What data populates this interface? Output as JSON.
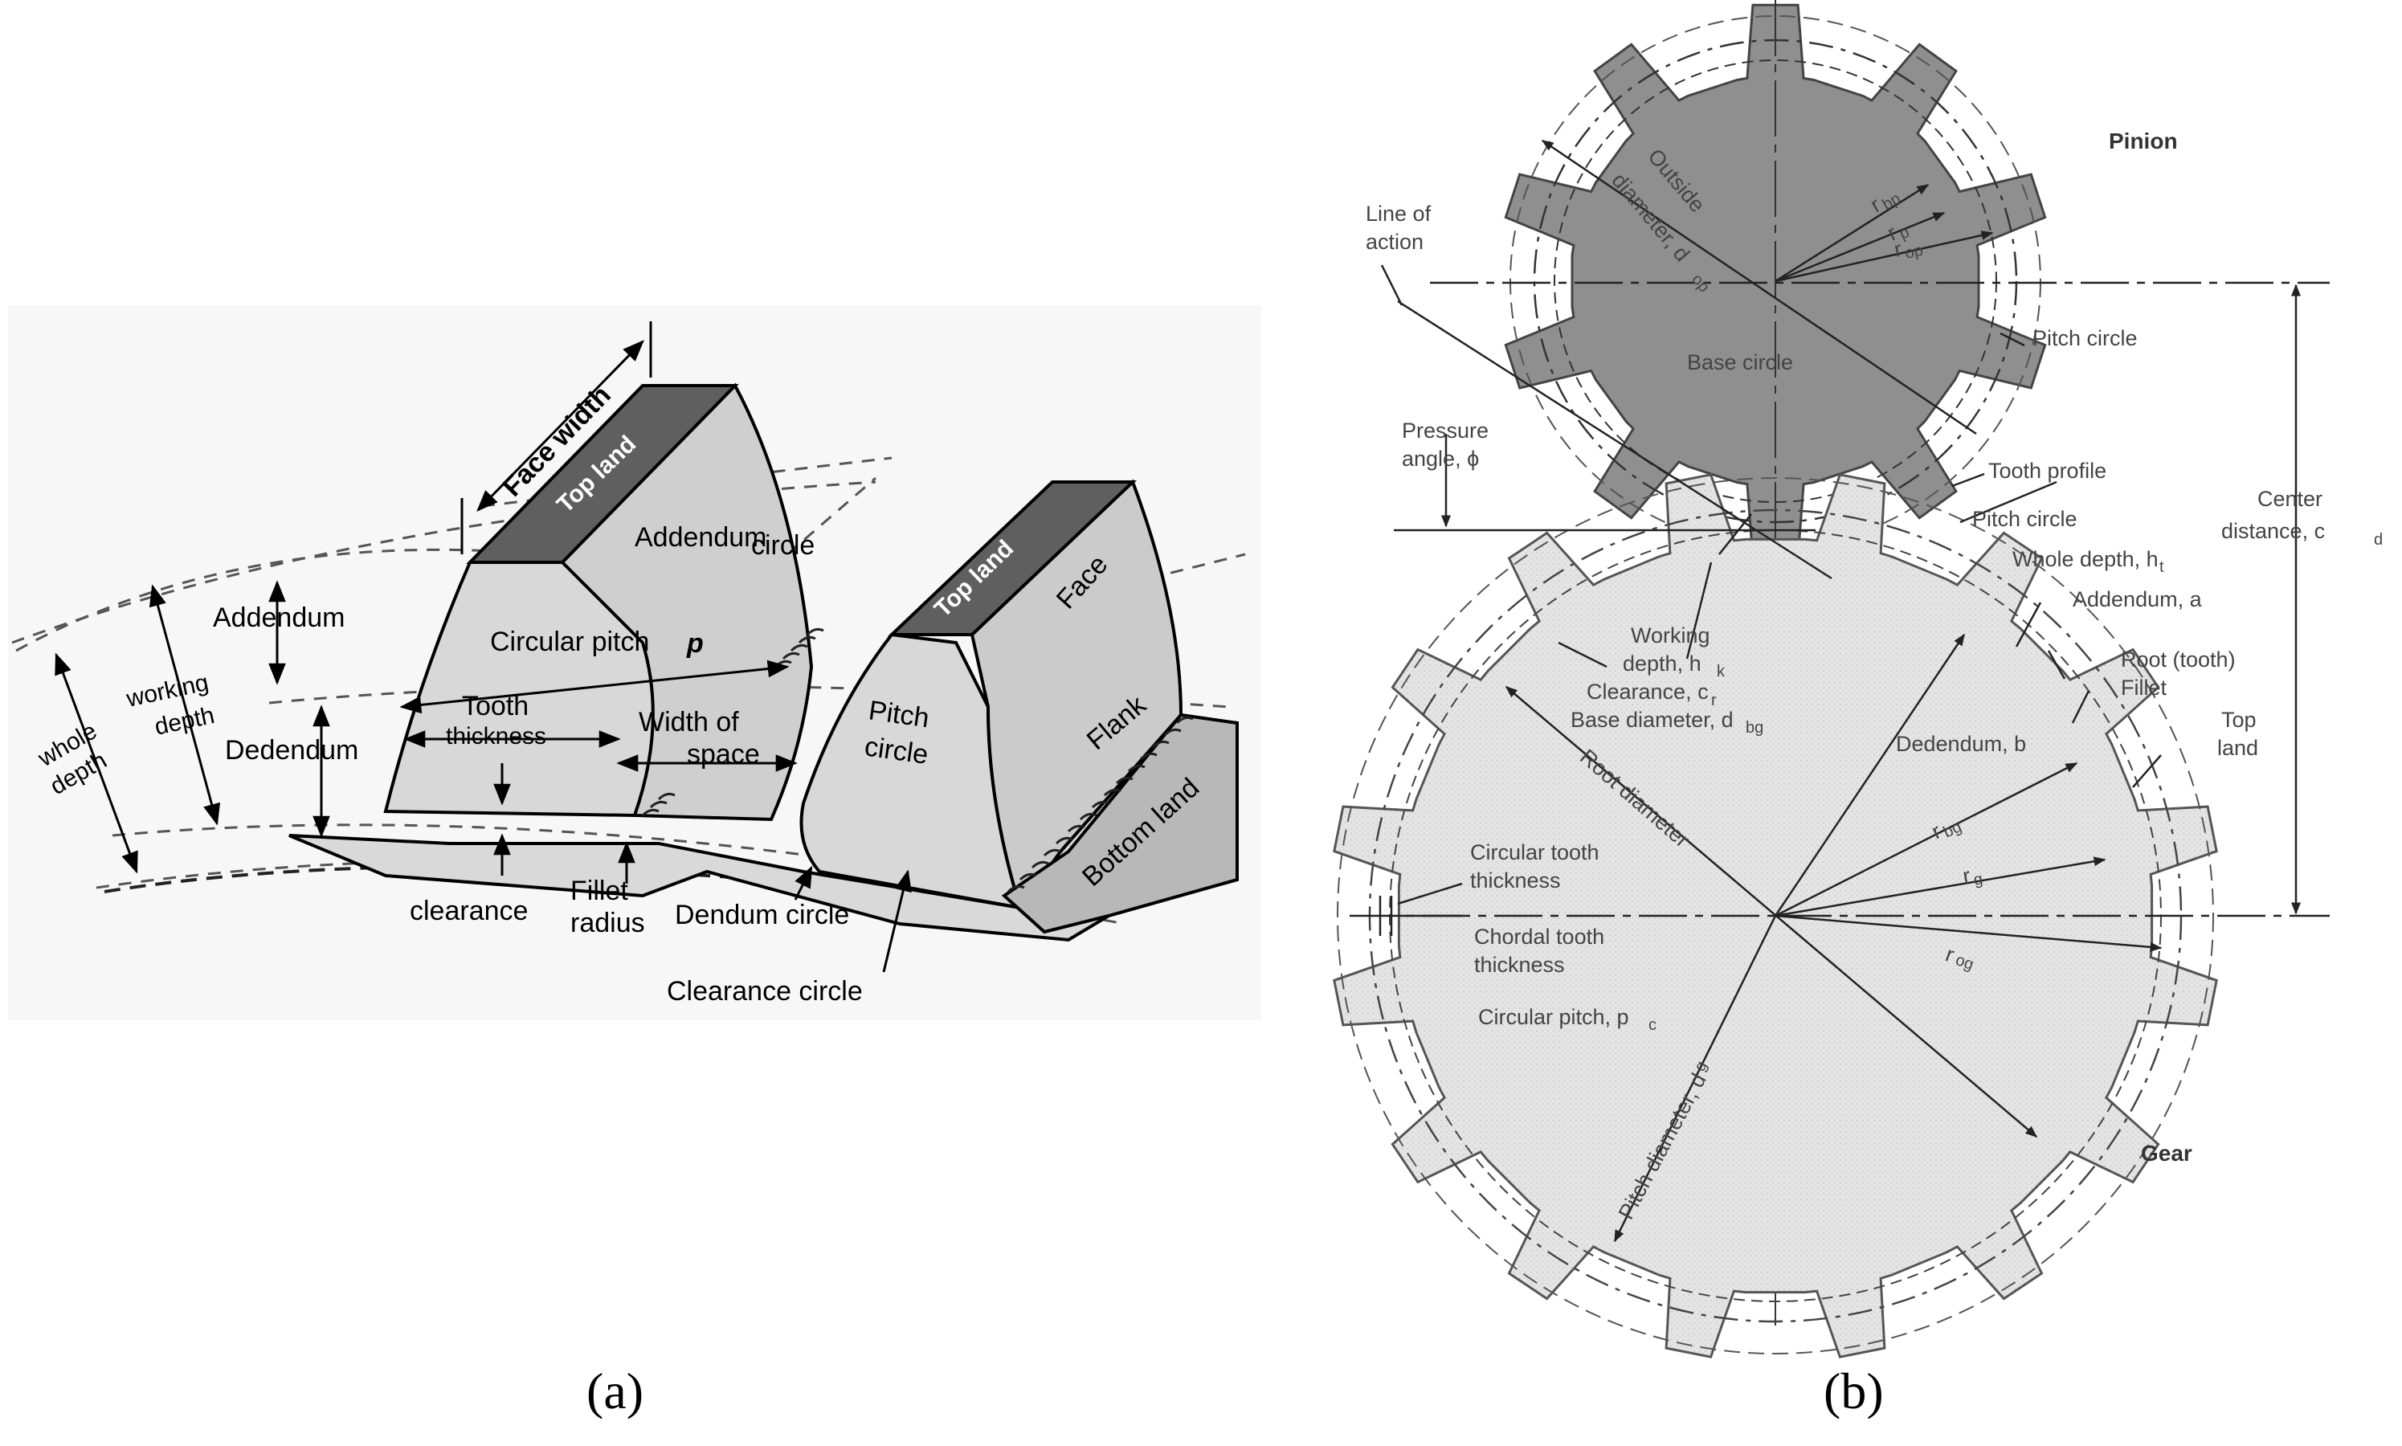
{
  "panel_a": {
    "caption": "(a)",
    "labels": {
      "face_width": "Face width",
      "top_land_1": "Top land",
      "top_land_2": "Top land",
      "addendum_circle_1": "Addendum",
      "addendum_circle_2": "circle",
      "face": "Face",
      "addendum": "Addendum",
      "working_1": "working",
      "working_2": "depth",
      "whole_1": "whole",
      "whole_2": "depth",
      "dedendum": "Dedendum",
      "circular_pitch": "Circular pitch",
      "circular_pitch_p": "p",
      "tooth_1": "Tooth",
      "tooth_2": "thickness",
      "width_1": "Width of",
      "width_2": "space",
      "pitch_1": "Pitch",
      "pitch_2": "circle",
      "flank": "Flank",
      "bottom_land": "Bottom land",
      "clearance": "clearance",
      "fillet_1": "Fillet",
      "fillet_2": "radius",
      "dendum_circle": "Dendum circle",
      "clearance_circle": "Clearance circle"
    }
  },
  "panel_b": {
    "caption": "(b)",
    "labels": {
      "pinion": "Pinion",
      "gear": "Gear",
      "line_of_action_1": "Line of",
      "line_of_action_2": "action",
      "outside_diam_1": "Outside",
      "outside_diam_2": "diameter, d",
      "outside_diam_sub": "op",
      "r_bp": "r",
      "r_bp_sub": "bp",
      "r_p": "r",
      "r_p_sub": "p",
      "r_op": "r",
      "r_op_sub": "op",
      "pitch_circle_1": "Pitch circle",
      "base_circle": "Base circle",
      "pressure_1": "Pressure",
      "pressure_2": "angle, ϕ",
      "tooth_profile": "Tooth profile",
      "pitch_circle_2": "Pitch circle",
      "center_1": "Center",
      "center_2": "distance, c",
      "center_sub": "d",
      "whole_depth": "Whole depth, h",
      "whole_depth_sub": "t",
      "addendum": "Addendum, a",
      "working_1": "Working",
      "working_2": "depth, h",
      "working_sub": "k",
      "clearance": "Clearance, c",
      "clearance_sub": "r",
      "base_diam": "Base diameter, d",
      "base_diam_sub": "bg",
      "root_1": "Root (tooth)",
      "root_2": "Fillet",
      "top_1": "Top",
      "top_2": "land",
      "dedendum": "Dedendum, b",
      "root_diameter": "Root diameter",
      "r_bg": "r",
      "r_bg_sub": "bg",
      "r_g": "r",
      "r_g_sub": "g",
      "r_og": "r",
      "r_og_sub": "og",
      "circ_tooth_1": "Circular tooth",
      "circ_tooth_2": "thickness",
      "chordal_1": "Chordal tooth",
      "chordal_2": "thickness",
      "circ_pitch": "Circular pitch, p",
      "circ_pitch_sub": "c",
      "pitch_diam": "Pitch diameter, d",
      "pitch_diam_sub": "g"
    }
  },
  "colors": {
    "pinion_fill": "#8f8f8f",
    "gear_fill": "#e6e6e6",
    "tooth_face": "#cfcfcf",
    "top_land": "#5a5a5a"
  }
}
